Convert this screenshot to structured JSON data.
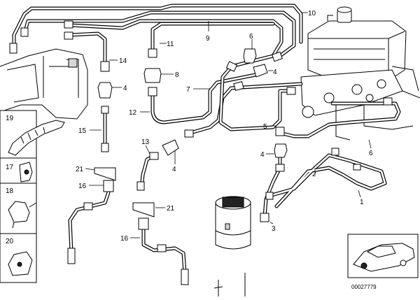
{
  "diagram": {
    "callouts": [
      "10",
      "9",
      "6",
      "5",
      "4",
      "7",
      "11",
      "8",
      "14",
      "4",
      "12",
      "15",
      "13",
      "4",
      "21",
      "16",
      "21",
      "16",
      "5",
      "4",
      "3",
      "2",
      "1",
      "6"
    ],
    "side_panels": [
      "19",
      "17",
      "18",
      "20"
    ],
    "image_code": "00027779"
  }
}
